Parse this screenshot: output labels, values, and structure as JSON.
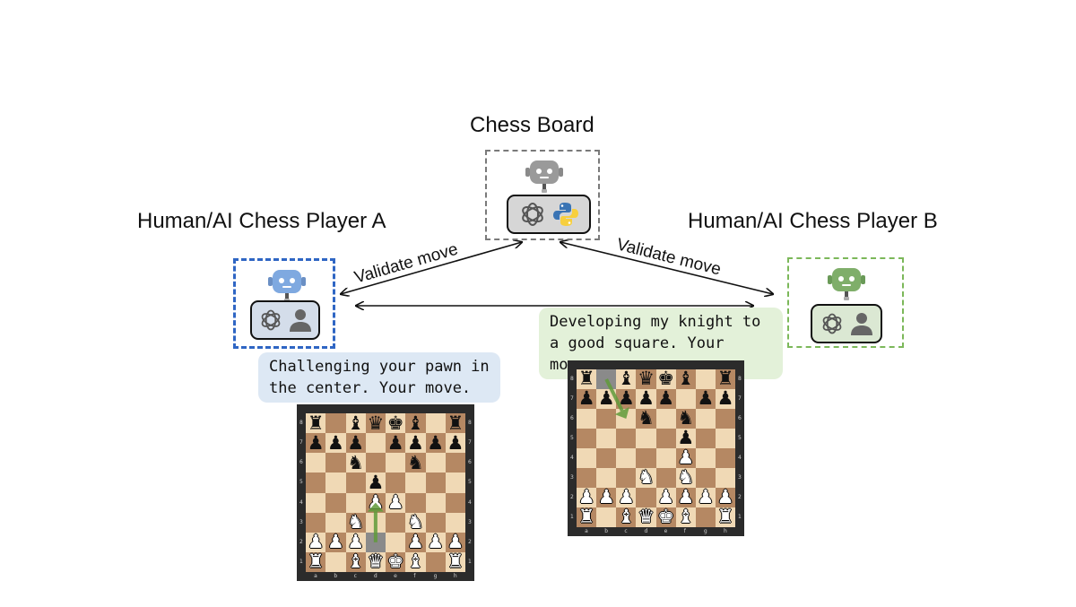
{
  "nodes": {
    "board": {
      "title": "Chess Board"
    },
    "player_a": {
      "title": "Human/AI Chess Player A"
    },
    "player_b": {
      "title": "Human/AI Chess Player B"
    }
  },
  "edges": {
    "left_label": "Validate move",
    "right_label": "Validate move"
  },
  "bubbles": {
    "a": "Challenging your pawn in the center. Your move.",
    "b": "Developing my knight to a good square. Your move."
  },
  "colors": {
    "board_robot": "#9a9a9a",
    "player_a_robot": "#7fa9e0",
    "player_b_robot": "#7fae6a",
    "bubble_a": "#dde8f4",
    "bubble_b": "#e3f1d9",
    "highlight_arrow": "#5f9a3a"
  },
  "icons": {
    "panel_board": [
      "openai-logo-icon",
      "python-logo-icon"
    ],
    "panel_a": [
      "openai-logo-icon",
      "person-icon"
    ],
    "panel_b": [
      "openai-logo-icon",
      "person-icon"
    ]
  },
  "boards": {
    "a": {
      "files": [
        "a",
        "b",
        "c",
        "d",
        "e",
        "f",
        "g",
        "h"
      ],
      "ranks": [
        "8",
        "7",
        "6",
        "5",
        "4",
        "3",
        "2",
        "1"
      ],
      "rows": [
        "r.bqkb.r",
        "ppp.pppp",
        "..n..n..",
        "...p....",
        "...PP...",
        "..N..N..",
        "PPP..PPP",
        "R.BQKB.R"
      ],
      "highlight": [
        "d2"
      ],
      "move_from": "d2",
      "move_to": "d4"
    },
    "b": {
      "files": [
        "a",
        "b",
        "c",
        "d",
        "e",
        "f",
        "g",
        "h"
      ],
      "ranks": [
        "8",
        "7",
        "6",
        "5",
        "4",
        "3",
        "2",
        "1"
      ],
      "rows": [
        "r.bqkb.r",
        "ppppp.pp",
        "...n.n..",
        ".....p..",
        ".....P..",
        "...N.N..",
        "PPP.PPPP",
        "R.BQKB.R"
      ],
      "highlight": [
        "b8"
      ],
      "move_from": "b8",
      "move_to": "c6"
    }
  }
}
